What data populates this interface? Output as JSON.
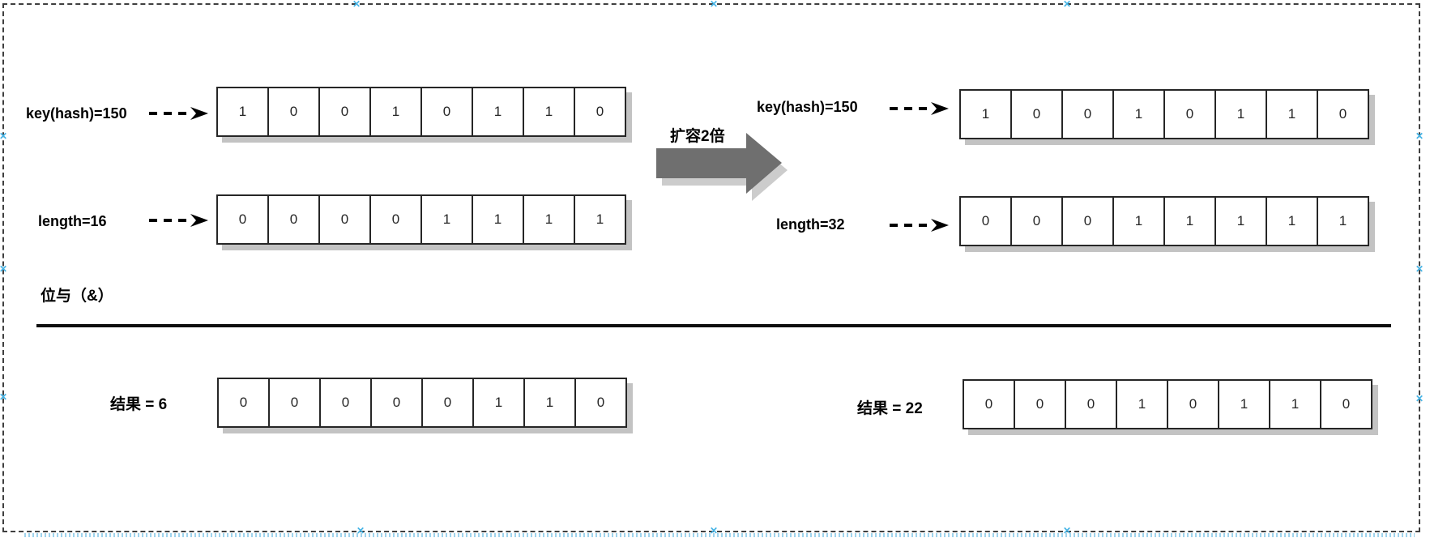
{
  "canvas": {
    "border_color": "#3f3f3f",
    "handle_color": "#45b4e6",
    "handle_glyph": "✕",
    "bottom_strip_color": "#9fd3ec"
  },
  "center": {
    "arrow_label": "扩容2倍",
    "arrow_color": "#6f6f6f",
    "arrow_shadow_color": "#cccccc"
  },
  "divider": {
    "operator_label": "位与（&）"
  },
  "left": {
    "key_label": "key(hash)=150",
    "key_bits": [
      "1",
      "0",
      "0",
      "1",
      "0",
      "1",
      "1",
      "0"
    ],
    "length_label": "length=16",
    "length_bits": [
      "0",
      "0",
      "0",
      "0",
      "1",
      "1",
      "1",
      "1"
    ],
    "result_label": "结果 = 6",
    "result_bits": [
      "0",
      "0",
      "0",
      "0",
      "0",
      "1",
      "1",
      "0"
    ]
  },
  "right": {
    "key_label": "key(hash)=150",
    "key_bits": [
      "1",
      "0",
      "0",
      "1",
      "0",
      "1",
      "1",
      "0"
    ],
    "length_label": "length=32",
    "length_bits": [
      "0",
      "0",
      "0",
      "1",
      "1",
      "1",
      "1",
      "1"
    ],
    "result_label": "结果 = 22",
    "result_bits": [
      "0",
      "0",
      "0",
      "1",
      "0",
      "1",
      "1",
      "0"
    ]
  }
}
